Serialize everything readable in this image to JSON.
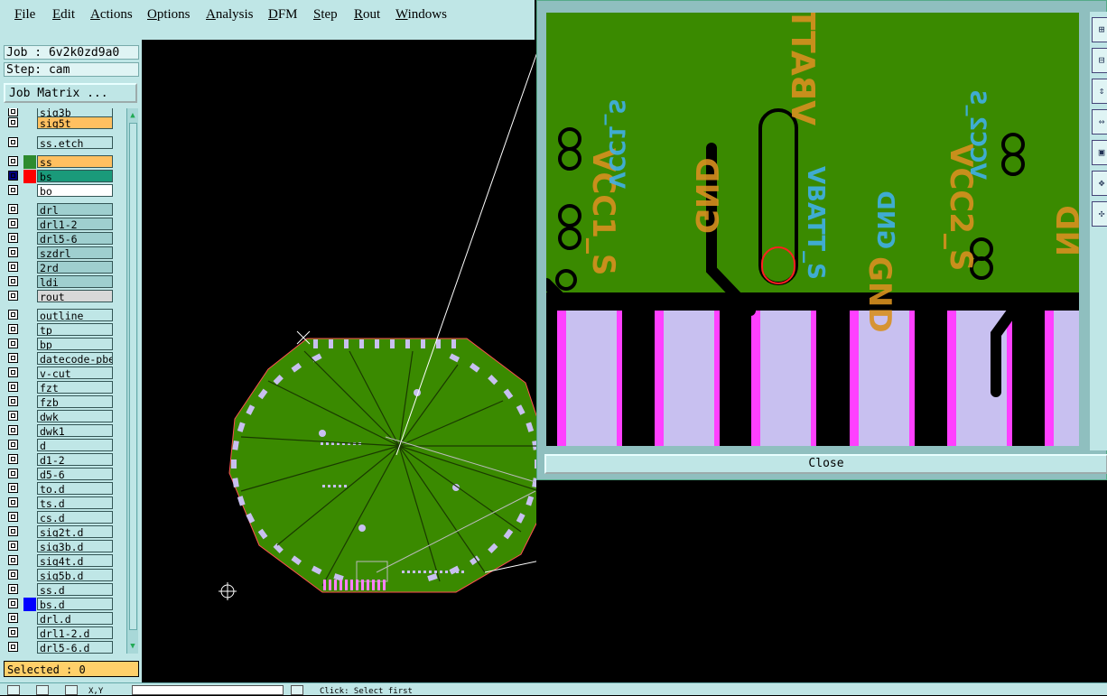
{
  "menu": [
    "File",
    "Edit",
    "Actions",
    "Options",
    "Analysis",
    "DFM",
    "Step",
    "Rout",
    "Windows"
  ],
  "job_label": "Job : 6v2k0zd9a0",
  "step_label": "Step: cam",
  "job_matrix_label": "Job Matrix ...",
  "layers": [
    {
      "name": "sig3b",
      "color": "#bfe6e6",
      "swatch": ""
    },
    {
      "name": "sig5t",
      "color": "#ffc060",
      "swatch": ""
    },
    {
      "name": "ss.etch",
      "color": "#bfe6e6",
      "swatch": ""
    },
    {
      "name": "ss",
      "color": "#ffc060",
      "swatch": "#2e8b2e"
    },
    {
      "name": "bs",
      "color": "#1a9a7a",
      "swatch": "#ff0000",
      "active": true
    },
    {
      "name": "bo",
      "color": "#ffffff",
      "swatch": ""
    },
    {
      "name": "drl",
      "color": "#9fcfcf",
      "swatch": ""
    },
    {
      "name": "drl1-2",
      "color": "#9fcfcf",
      "swatch": ""
    },
    {
      "name": "drl5-6",
      "color": "#9fcfcf",
      "swatch": ""
    },
    {
      "name": "szdrl",
      "color": "#9fcfcf",
      "swatch": ""
    },
    {
      "name": "2rd",
      "color": "#9fcfcf",
      "swatch": ""
    },
    {
      "name": "ldi",
      "color": "#9fcfcf",
      "swatch": ""
    },
    {
      "name": "rout",
      "color": "#d8d8d8",
      "swatch": ""
    },
    {
      "name": "outline",
      "color": "#bfe6e6",
      "swatch": ""
    },
    {
      "name": "tp",
      "color": "#bfe6e6",
      "swatch": ""
    },
    {
      "name": "bp",
      "color": "#bfe6e6",
      "swatch": ""
    },
    {
      "name": "datecode-pbe",
      "color": "#bfe6e6",
      "swatch": ""
    },
    {
      "name": "v-cut",
      "color": "#bfe6e6",
      "swatch": ""
    },
    {
      "name": "fzt",
      "color": "#bfe6e6",
      "swatch": ""
    },
    {
      "name": "fzb",
      "color": "#bfe6e6",
      "swatch": ""
    },
    {
      "name": "dwk",
      "color": "#bfe6e6",
      "swatch": ""
    },
    {
      "name": "dwk1",
      "color": "#bfe6e6",
      "swatch": ""
    },
    {
      "name": "d",
      "color": "#bfe6e6",
      "swatch": ""
    },
    {
      "name": "d1-2",
      "color": "#bfe6e6",
      "swatch": ""
    },
    {
      "name": "d5-6",
      "color": "#bfe6e6",
      "swatch": ""
    },
    {
      "name": "to.d",
      "color": "#bfe6e6",
      "swatch": ""
    },
    {
      "name": "ts.d",
      "color": "#bfe6e6",
      "swatch": ""
    },
    {
      "name": "cs.d",
      "color": "#bfe6e6",
      "swatch": ""
    },
    {
      "name": "sig2t.d",
      "color": "#bfe6e6",
      "swatch": ""
    },
    {
      "name": "sig3b.d",
      "color": "#bfe6e6",
      "swatch": ""
    },
    {
      "name": "sig4t.d",
      "color": "#bfe6e6",
      "swatch": ""
    },
    {
      "name": "sig5b.d",
      "color": "#bfe6e6",
      "swatch": ""
    },
    {
      "name": "ss.d",
      "color": "#bfe6e6",
      "swatch": ""
    },
    {
      "name": "bs.d",
      "color": "#bfe6e6",
      "swatch": "#0000ff"
    },
    {
      "name": "drl.d",
      "color": "#bfe6e6",
      "swatch": ""
    },
    {
      "name": "drl1-2.d",
      "color": "#bfe6e6",
      "swatch": ""
    },
    {
      "name": "drl5-6.d",
      "color": "#bfe6e6",
      "swatch": ""
    }
  ],
  "selected_label": "Selected : 0",
  "status": {
    "xy_label": "X,Y",
    "hint": "Click: Select first"
  },
  "zoom": {
    "close_label": "Close",
    "silk": [
      "VCC1_S",
      "GND",
      "VBATT_S",
      "GND",
      "VCC2_S",
      "ND"
    ]
  },
  "colors": {
    "board": "#3a8a00",
    "pad": "#c8c0f0",
    "pad_edge": "#ff40ff",
    "silk_top": "#d89020",
    "silk_bottom": "#40b0e8",
    "outline": "#ff5050"
  }
}
